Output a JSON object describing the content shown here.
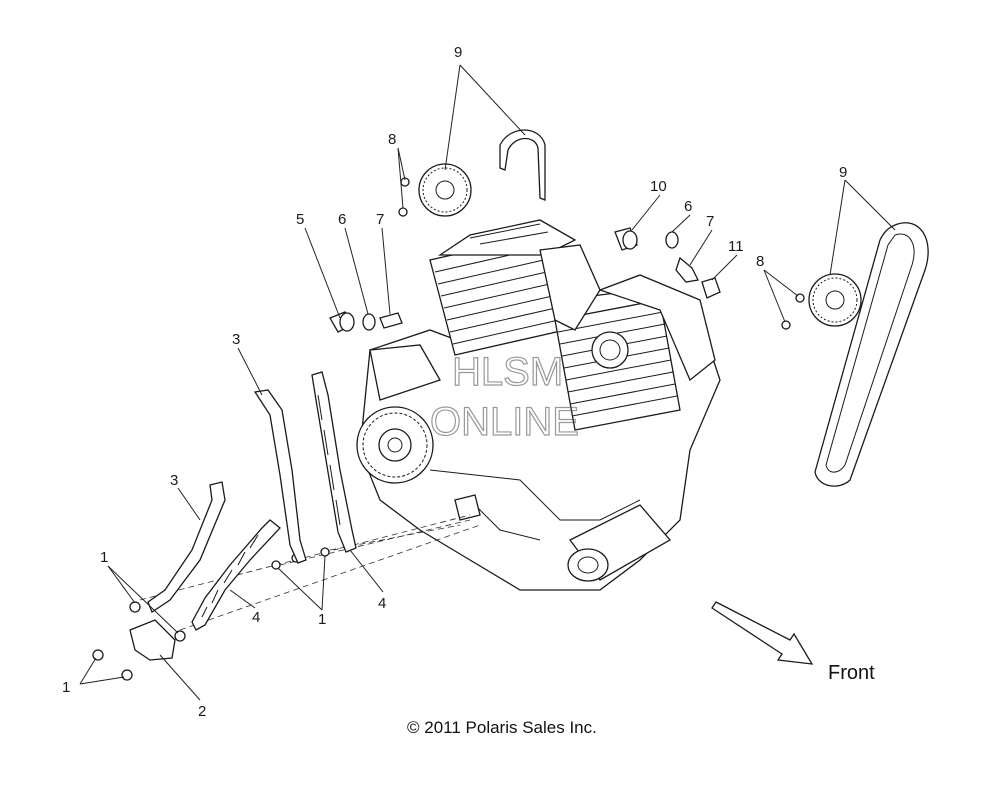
{
  "callouts": {
    "c1a": "1",
    "c1b": "1",
    "c1c": "1",
    "c2": "2",
    "c3a": "3",
    "c3b": "3",
    "c4a": "4",
    "c4b": "4",
    "c5": "5",
    "c6a": "6",
    "c6b": "6",
    "c7a": "7",
    "c7b": "7",
    "c8a": "8",
    "c8b": "8",
    "c9a": "9",
    "c9b": "9",
    "c10": "10",
    "c11": "11"
  },
  "direction_label": "Front",
  "copyright": "© 2011 Polaris Sales Inc.",
  "watermark": {
    "line1": "HLSM",
    "line2": "ONLINE"
  },
  "icons": [
    "front-direction-arrow-icon"
  ]
}
